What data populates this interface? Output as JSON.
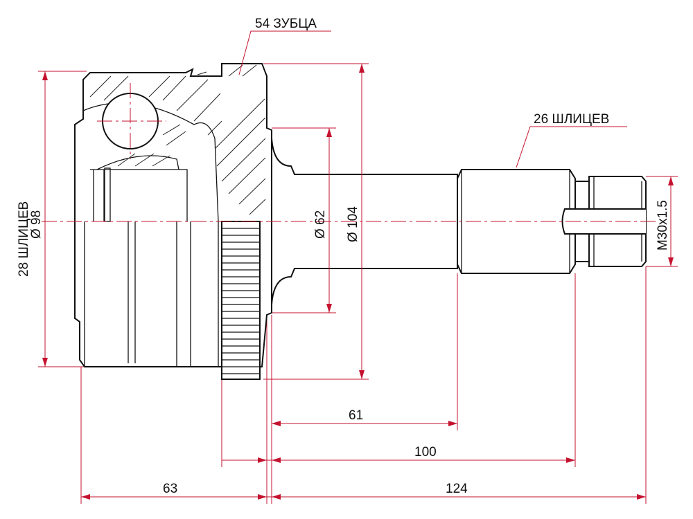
{
  "title": "CV joint outer dimension drawing",
  "colors": {
    "dimension": "#c4122f",
    "outline": "#111111"
  },
  "labels": {
    "abs_teeth": "54 ЗУБЦА",
    "outer_splines": "26 ШЛИЦЕВ",
    "inner_splines": "28 ШЛИЦЕВ",
    "inner_diameter": "Ø 98",
    "seal_diameter": "Ø 62",
    "outer_diameter": "Ø 104",
    "thread": "M30x1.5",
    "dim_61": "61",
    "dim_100": "100",
    "dim_63": "63",
    "dim_124": "124"
  }
}
